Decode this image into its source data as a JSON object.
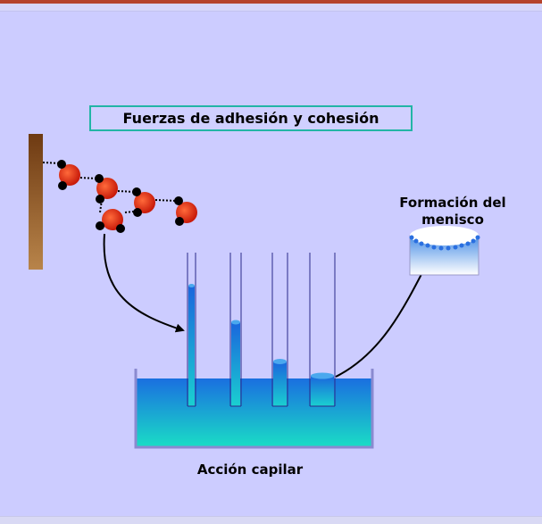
{
  "title": "Fuerzas de adhesión y cohesión",
  "meniscus_label_line1": "Formación del",
  "meniscus_label_line2": "menisco",
  "capillary_label": "Acción capilar",
  "colors": {
    "background": "#ccccff",
    "title_border": "#22b5a6",
    "wall": "#8b5a2b",
    "oxygen": "#e32a12",
    "hydrogen": "#000000",
    "water_top": "#1a6fe0",
    "water_bottom": "#1ad8c8"
  },
  "icons": [
    "wooden-wall",
    "water-molecule",
    "capillary-tube",
    "water-basin",
    "meniscus-dish",
    "curved-arrow"
  ]
}
